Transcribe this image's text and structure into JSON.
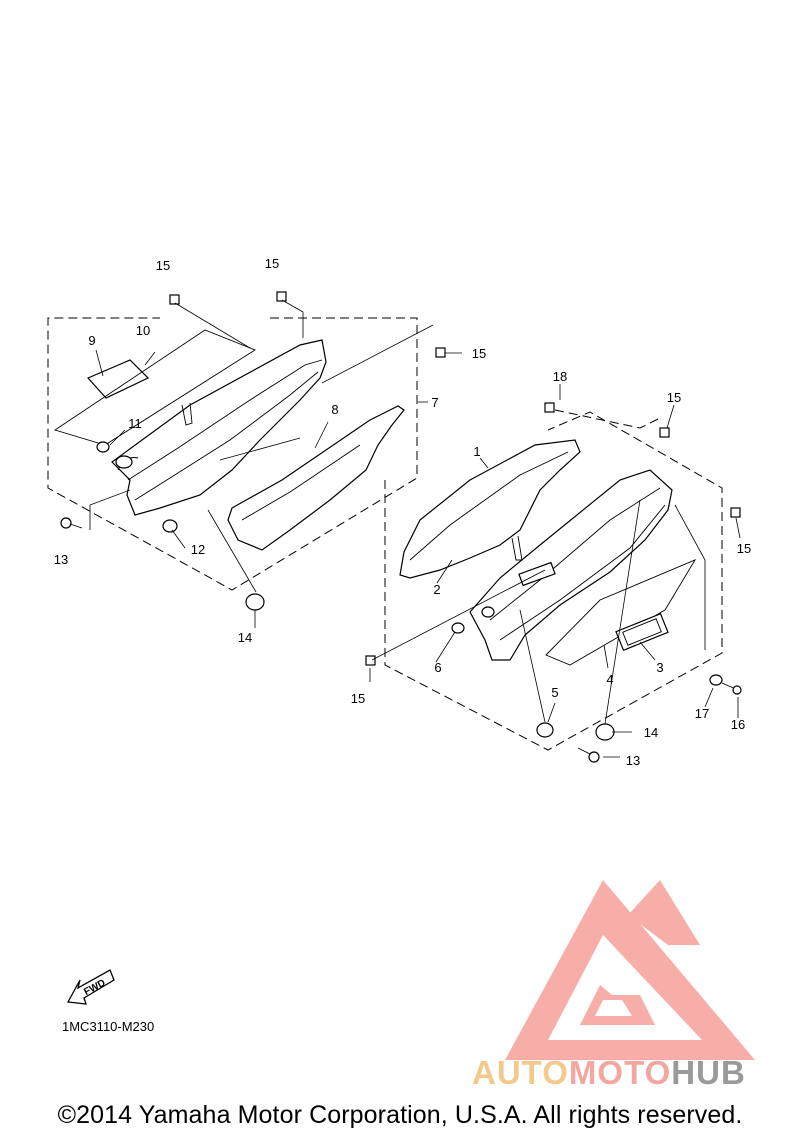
{
  "diagram_code": "1MC3110-M230",
  "copyright": "©2014 Yamaha Motor Corporation, U.S.A. All rights reserved.",
  "fwd_label": "FWD",
  "watermark": {
    "auto": "AUTO",
    "moto": "MOTO",
    "hub": "HUB",
    "colors": {
      "auto": "#f3c98c",
      "moto": "#f4a6a0",
      "hub": "#9a9a9a",
      "logo": "#f7a6a0"
    }
  },
  "callouts": [
    "15",
    "15",
    "15",
    "10",
    "9",
    "11",
    "13",
    "12",
    "8",
    "7",
    "14",
    "18",
    "15",
    "1",
    "2",
    "15",
    "6",
    "15",
    "5",
    "4",
    "3",
    "17",
    "16",
    "14",
    "13"
  ],
  "icons": [
    "fwd-arrow-icon",
    "watermark-logo-icon"
  ]
}
